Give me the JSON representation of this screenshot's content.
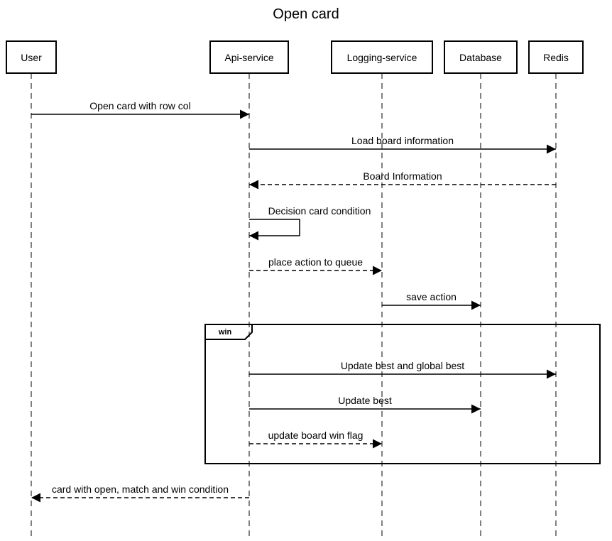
{
  "diagram": {
    "title": "Open card",
    "participants": [
      {
        "id": "user",
        "label": "User"
      },
      {
        "id": "api",
        "label": "Api-service"
      },
      {
        "id": "logging",
        "label": "Logging-service"
      },
      {
        "id": "database",
        "label": "Database"
      },
      {
        "id": "redis",
        "label": "Redis"
      }
    ],
    "messages": [
      {
        "from": "user",
        "to": "api",
        "label": "Open card with row col",
        "style": "solid"
      },
      {
        "from": "api",
        "to": "redis",
        "label": "Load board information",
        "style": "solid"
      },
      {
        "from": "redis",
        "to": "api",
        "label": "Board Information",
        "style": "dashed"
      },
      {
        "from": "api",
        "to": "api",
        "label": "Decision card condition",
        "style": "solid"
      },
      {
        "from": "api",
        "to": "logging",
        "label": "place action to queue",
        "style": "dashed"
      },
      {
        "from": "logging",
        "to": "database",
        "label": "save action",
        "style": "solid"
      },
      {
        "from": "api",
        "to": "redis",
        "label": "Update best and global best",
        "style": "solid"
      },
      {
        "from": "api",
        "to": "database",
        "label": "Update best",
        "style": "solid"
      },
      {
        "from": "api",
        "to": "logging",
        "label": "update board win flag",
        "style": "dashed"
      },
      {
        "from": "api",
        "to": "user",
        "label": "card with open, match and win condition",
        "style": "dashed"
      }
    ],
    "frames": [
      {
        "label": "win",
        "first_message": 6,
        "last_message": 8
      }
    ]
  }
}
